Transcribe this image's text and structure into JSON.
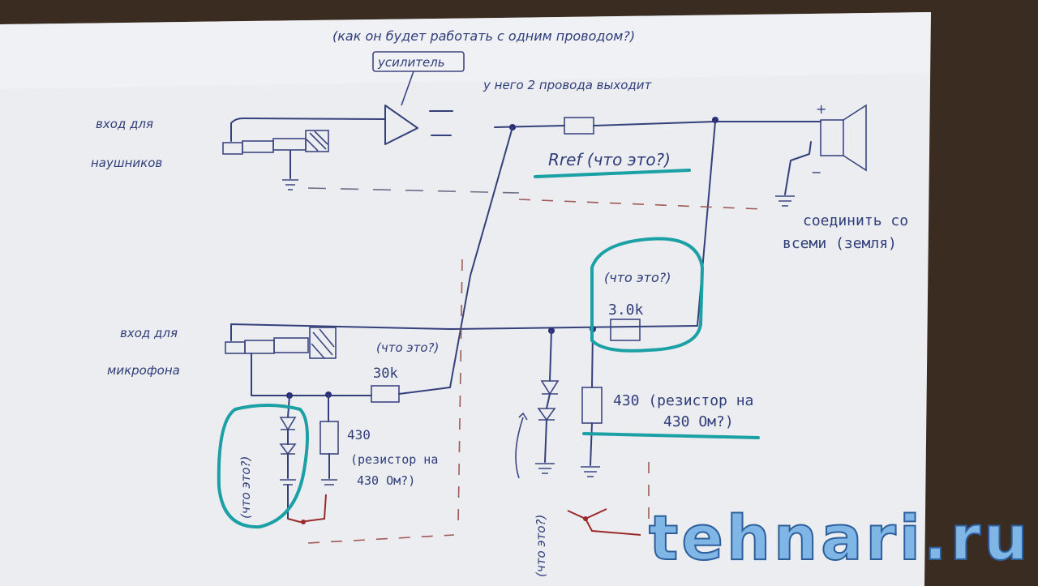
{
  "labels": {
    "top_question": "(как он будет работать с одним проводом?)",
    "amplifier": "усилитель",
    "output_note": "у него 2 провода выходит",
    "headphone_input": [
      "вход для",
      "наушников"
    ],
    "rref": "Rref (что это?)",
    "ground_note": [
      "соединить со",
      "всеми (земля)"
    ],
    "mic_input": [
      "вход для",
      "микрофона"
    ],
    "q1": "(что это?)",
    "r30k_left": "30k",
    "q2": "(что это?)",
    "r30k_right": "3.0k",
    "r430_right": [
      "430 (резистор на",
      "430 Ом?)"
    ],
    "r430_left": [
      "430",
      "(резистор на",
      "430 Ом?)"
    ],
    "q_diode_left": "(что это?)",
    "q_diode_bottom": "(что это?)",
    "plus_sign": "+",
    "minus_sign": "−"
  },
  "watermark": "tehnari.ru",
  "colors": {
    "ink": "#2f3d7a",
    "highlight": "#1aa0a5",
    "red_ink": "#9a2a2a",
    "paper": "#ecedf0",
    "background": "#3b2c22"
  }
}
